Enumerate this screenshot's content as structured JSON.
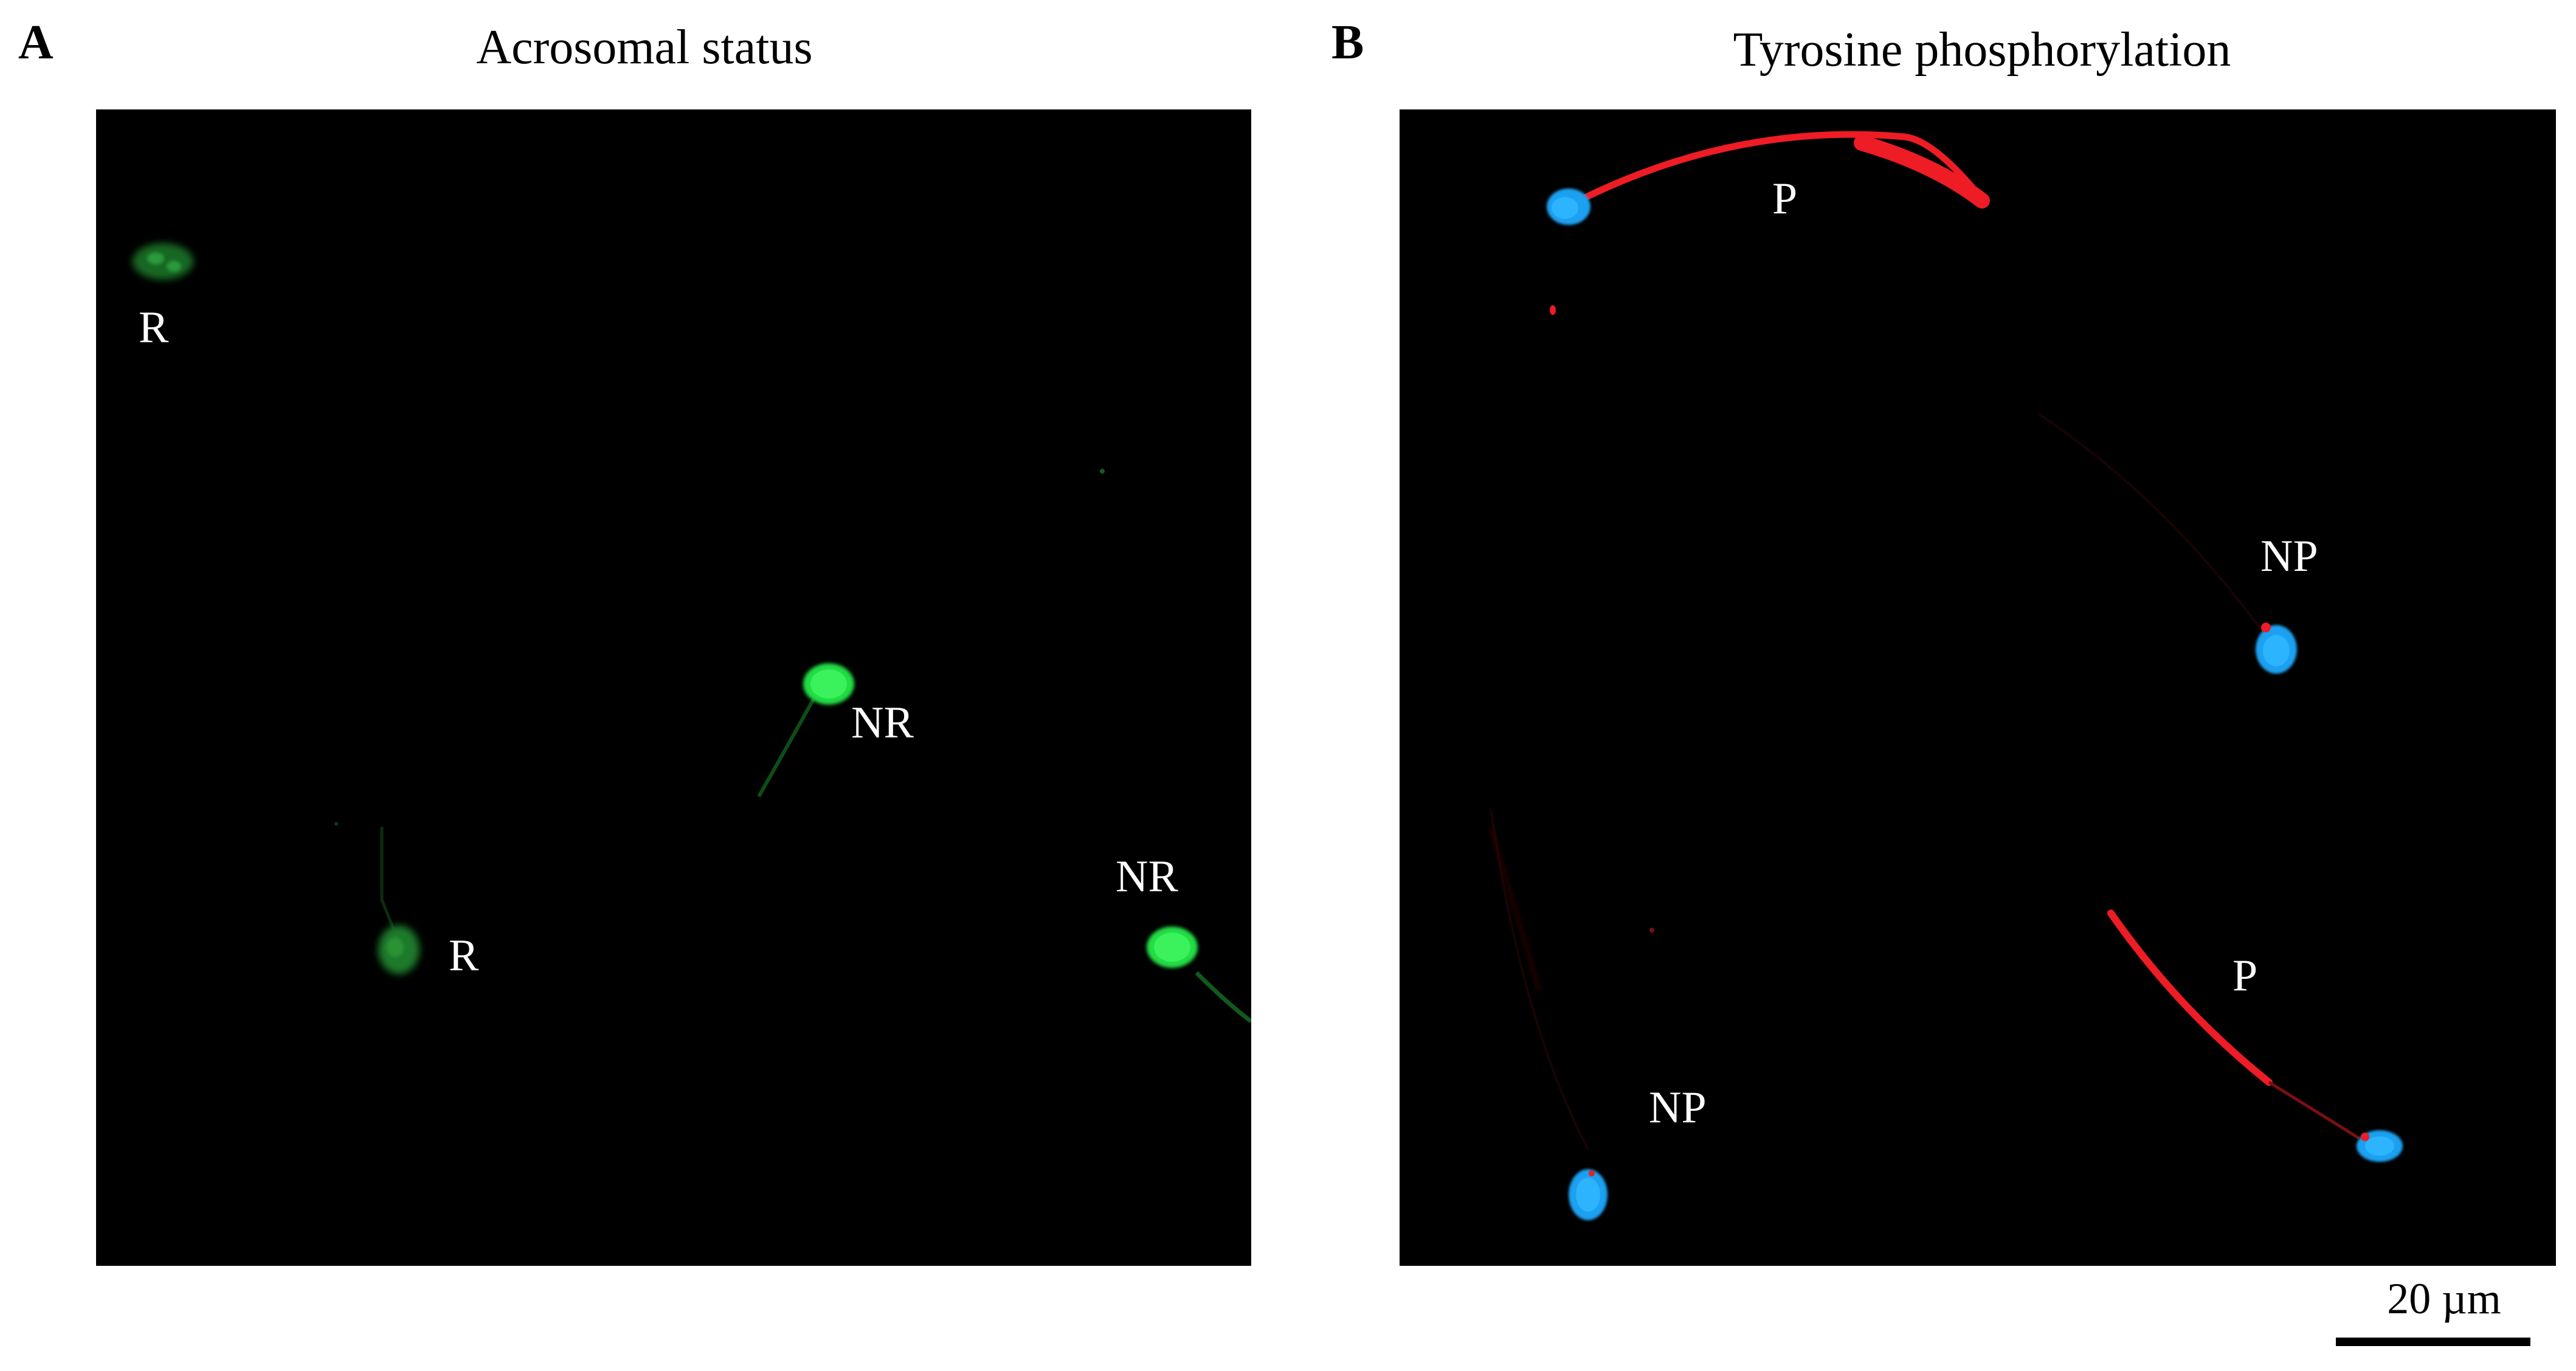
{
  "panel_a": {
    "letter": "A",
    "title": "Acrosomal status",
    "labels": [
      "R",
      "R",
      "NR",
      "NR"
    ]
  },
  "panel_b": {
    "letter": "B",
    "title": "Tyrosine phosphorylation",
    "labels": [
      "P",
      "NP",
      "P",
      "NP"
    ]
  },
  "scale_bar": {
    "label": "20 µm"
  },
  "colors": {
    "background": "#000000",
    "acrosome_green": "#22dd44",
    "phospho_red": "#ee1c24",
    "nucleus_blue": "#1aa0f0"
  }
}
